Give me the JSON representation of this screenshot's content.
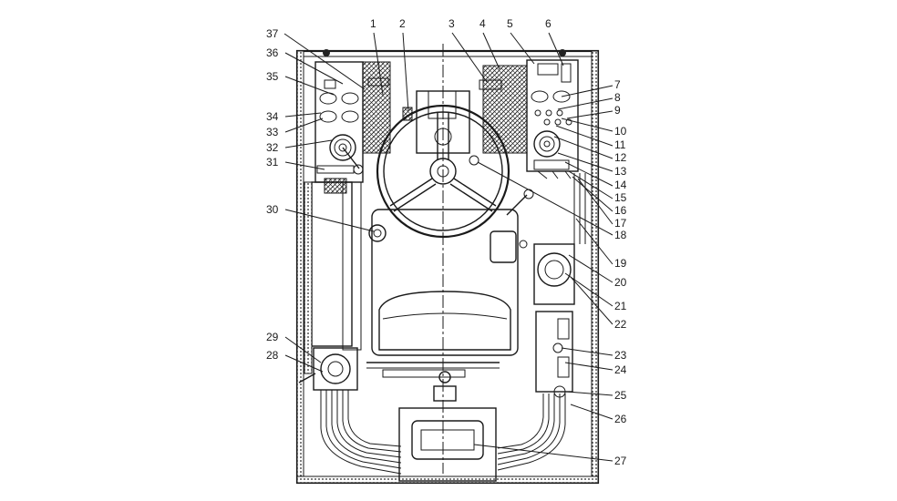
{
  "diagram": {
    "labels": [
      "1",
      "2",
      "3",
      "4",
      "5",
      "6",
      "7",
      "8",
      "9",
      "10",
      "11",
      "12",
      "13",
      "14",
      "15",
      "16",
      "17",
      "18",
      "19",
      "20",
      "21",
      "22",
      "23",
      "24",
      "25",
      "26",
      "27",
      "28",
      "29",
      "30",
      "31",
      "32",
      "33",
      "34",
      "35",
      "36",
      "37"
    ]
  }
}
